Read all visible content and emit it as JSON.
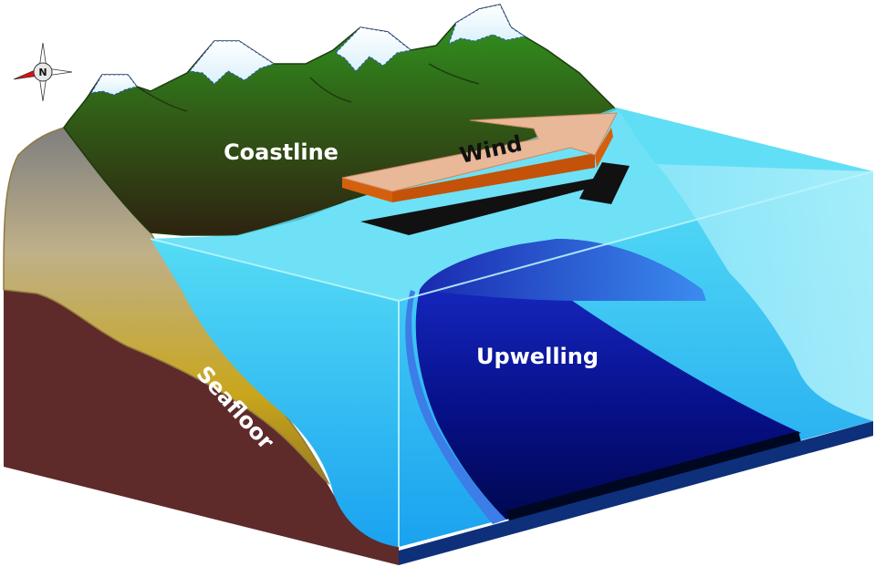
{
  "labels": {
    "coastline": "Coastline",
    "wind": "Wind",
    "upwelling": "Upwelling",
    "seafloor": "Seafloor",
    "compass_north": "N"
  },
  "colors": {
    "mountain_top": "#2f9a1f",
    "mountain_base": "#2e2310",
    "snow": "#f4fbff",
    "sea_surface": "#55dcf5",
    "sea_deep": "#1aa2f0",
    "upwelling_top": "#1a2fd0",
    "upwelling_bottom": "#000850",
    "seafloor_sand": "#c9a61c",
    "bedrock": "#5e2a2a",
    "wind_arrow_top": "#e8b898",
    "wind_arrow_side": "#d4600e",
    "base_edge": "#0e2f7a",
    "compass_red": "#e01010"
  },
  "icons": {
    "compass": "compass-rose-icon"
  }
}
